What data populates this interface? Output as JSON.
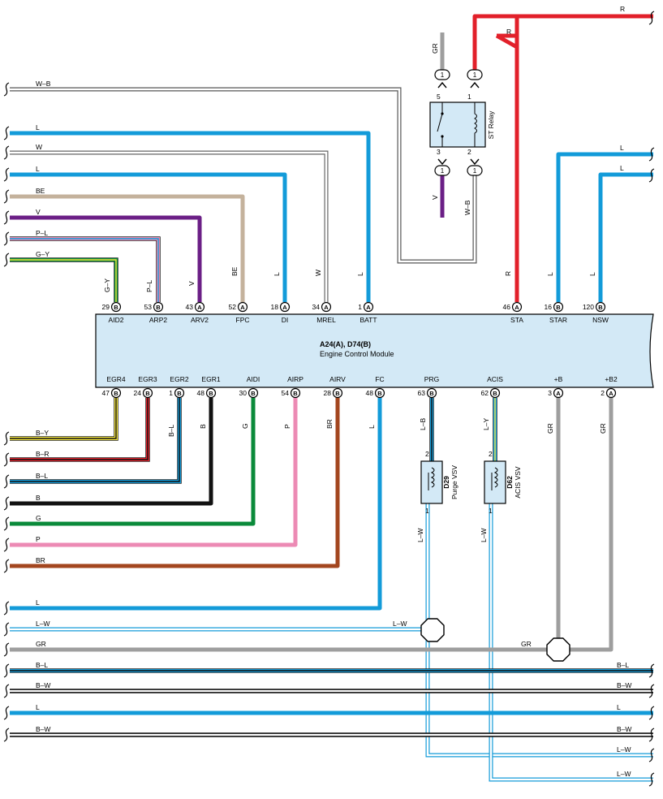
{
  "ecm": {
    "id": "A24(A), D74(B)",
    "name": "Engine Control Module"
  },
  "relay": {
    "name": "ST Relay",
    "pins": [
      "5",
      "1",
      "3",
      "2"
    ]
  },
  "vsv": [
    {
      "id": "D29",
      "name": "Purge VSV",
      "pin_top": "2",
      "pin_bottom": "1",
      "wire_top": "L–B",
      "wire_bottom": "L–W"
    },
    {
      "id": "D62",
      "name": "ACIS VSV",
      "pin_top": "2",
      "pin_bottom": "1",
      "wire_top": "L–Y",
      "wire_bottom": "L–W"
    }
  ],
  "top_pins": [
    {
      "num": "29",
      "conn": "B",
      "name": "AID2",
      "wire": "G–Y"
    },
    {
      "num": "53",
      "conn": "B",
      "name": "ARP2",
      "wire": "P–L"
    },
    {
      "num": "43",
      "conn": "A",
      "name": "ARV2",
      "wire": "V"
    },
    {
      "num": "52",
      "conn": "A",
      "name": "FPC",
      "wire": "BE"
    },
    {
      "num": "18",
      "conn": "A",
      "name": "DI",
      "wire": "L"
    },
    {
      "num": "34",
      "conn": "A",
      "name": "MREL",
      "wire": "W"
    },
    {
      "num": "1",
      "conn": "A",
      "name": "BATT",
      "wire": "L"
    },
    {
      "num": "46",
      "conn": "A",
      "name": "STA",
      "wire": "R"
    },
    {
      "num": "16",
      "conn": "B",
      "name": "STAR",
      "wire": "L"
    },
    {
      "num": "120",
      "conn": "B",
      "name": "NSW",
      "wire": "L"
    }
  ],
  "bottom_pins": [
    {
      "num": "47",
      "conn": "B",
      "name": "EGR4",
      "wire": "B–Y"
    },
    {
      "num": "24",
      "conn": "B",
      "name": "EGR3",
      "wire": "B–R"
    },
    {
      "num": "1",
      "conn": "B",
      "name": "EGR2",
      "wire": "B–L"
    },
    {
      "num": "48",
      "conn": "B",
      "name": "EGR1",
      "wire": "B"
    },
    {
      "num": "30",
      "conn": "B",
      "name": "AIDI",
      "wire": "G"
    },
    {
      "num": "54",
      "conn": "B",
      "name": "AIRP",
      "wire": "P"
    },
    {
      "num": "28",
      "conn": "B",
      "name": "AIRV",
      "wire": "BR"
    },
    {
      "num": "48",
      "conn": "B",
      "name": "FC",
      "wire": "L"
    },
    {
      "num": "63",
      "conn": "B",
      "name": "PRG",
      "wire": "L–B"
    },
    {
      "num": "62",
      "conn": "B",
      "name": "ACIS",
      "wire": "L–Y"
    },
    {
      "num": "3",
      "conn": "A",
      "name": "+B",
      "wire": "GR"
    },
    {
      "num": "2",
      "conn": "A",
      "name": "+B2",
      "wire": "GR"
    }
  ],
  "left_wires_top": [
    "W–B",
    "L",
    "W",
    "L",
    "BE",
    "V",
    "P–L",
    "G–Y"
  ],
  "left_wires_bottom": [
    "B–Y",
    "B–R",
    "B–L",
    "B",
    "G",
    "P",
    "BR",
    "L",
    "L–W",
    "GR",
    "B–L",
    "B–W",
    "L",
    "B–W"
  ],
  "right_wires": [
    "R",
    "L",
    "L",
    "B–L",
    "B–W",
    "L",
    "B–W",
    "L–W",
    "L–W"
  ],
  "misc": {
    "relay_gr": "GR",
    "relay_v": "V",
    "relay_wb": "W–B",
    "relay_r": "R",
    "relay_r2": "R",
    "splice_lw": "L–W",
    "splice_gr": "GR",
    "conn_one": "1"
  },
  "colors": {
    "L": "#139bd9",
    "R": "#e2202a",
    "V": "#6b1f86",
    "BE": "#c4b29c",
    "GR": "#9e9e9e",
    "G": "#0a8a3a",
    "P": "#ec8ab4",
    "BR": "#a3461f",
    "ecm_fill": "#d3e9f6"
  }
}
